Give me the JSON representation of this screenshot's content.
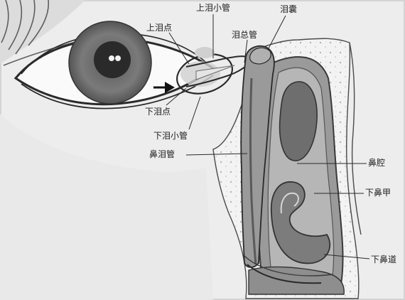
{
  "labels": {
    "upper_canaliculus": "上泪小管",
    "lacrimal_sac": "泪囊",
    "upper_punctum": "上泪点",
    "common_canaliculus": "泪总管",
    "lower_punctum": "下泪点",
    "lower_canaliculus": "下泪小管",
    "nasolacrimal_duct": "鼻泪管",
    "nasal_cavity": "鼻腔",
    "inferior_turbinate": "下鼻甲",
    "inferior_meatus": "下鼻道"
  },
  "colors": {
    "background": "#ededed",
    "skin": "#e6e6e6",
    "outline": "#2a2a2a",
    "iris": "#6f6f6f",
    "pupil": "#2a2a2a",
    "sclera": "#fafafa",
    "duct": "#9a9a9a",
    "tissue_dark": "#787878",
    "tissue_mid": "#a4a4a4",
    "tissue_light": "#c6c6c6",
    "bone": "#f3f3f3",
    "pointer": "#111111"
  },
  "icons": {
    "pointer": "black-arrow-icon"
  }
}
